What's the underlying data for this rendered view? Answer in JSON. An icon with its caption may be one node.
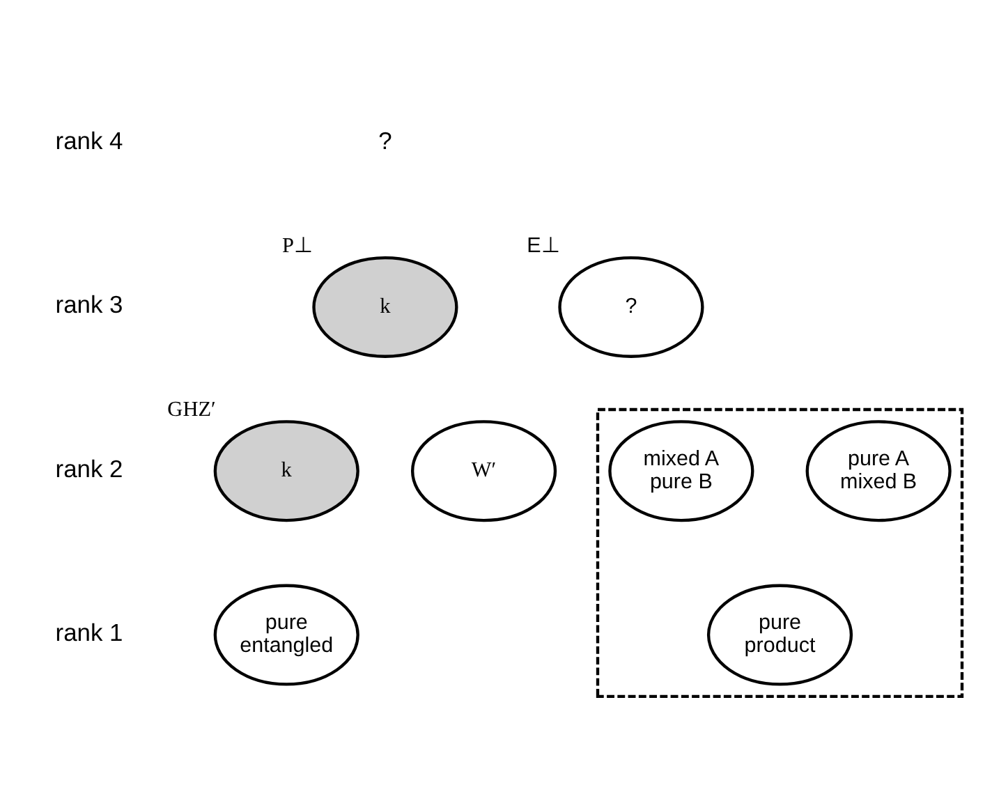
{
  "diagram": {
    "nodes": [
      {
        "text": [
          "k"
        ],
        "beside": [
          "P⊥"
        ]
      },
      {
        "text": [
          "?"
        ],
        "beside": [
          "E⊥"
        ]
      },
      {
        "text": [
          "k"
        ],
        "beside": [
          "GHZ′"
        ]
      },
      {
        "text": [
          "W′"
        ]
      },
      {
        "text": [],
        "shape": "box"
      },
      {
        "text": [
          "pure A mixed B"
        ],
        "in": 4
      },
      {
        "text": [
          "mixed A pure B"
        ],
        "in": 4
      },
      {
        "text": [
          "pure entangled"
        ]
      },
      {
        "text": [
          "pure product"
        ],
        "in": 4
      }
    ],
    "labels": [
      "rank 4",
      "?",
      "rank 3",
      "rank 2",
      "rank 1"
    ]
  }
}
